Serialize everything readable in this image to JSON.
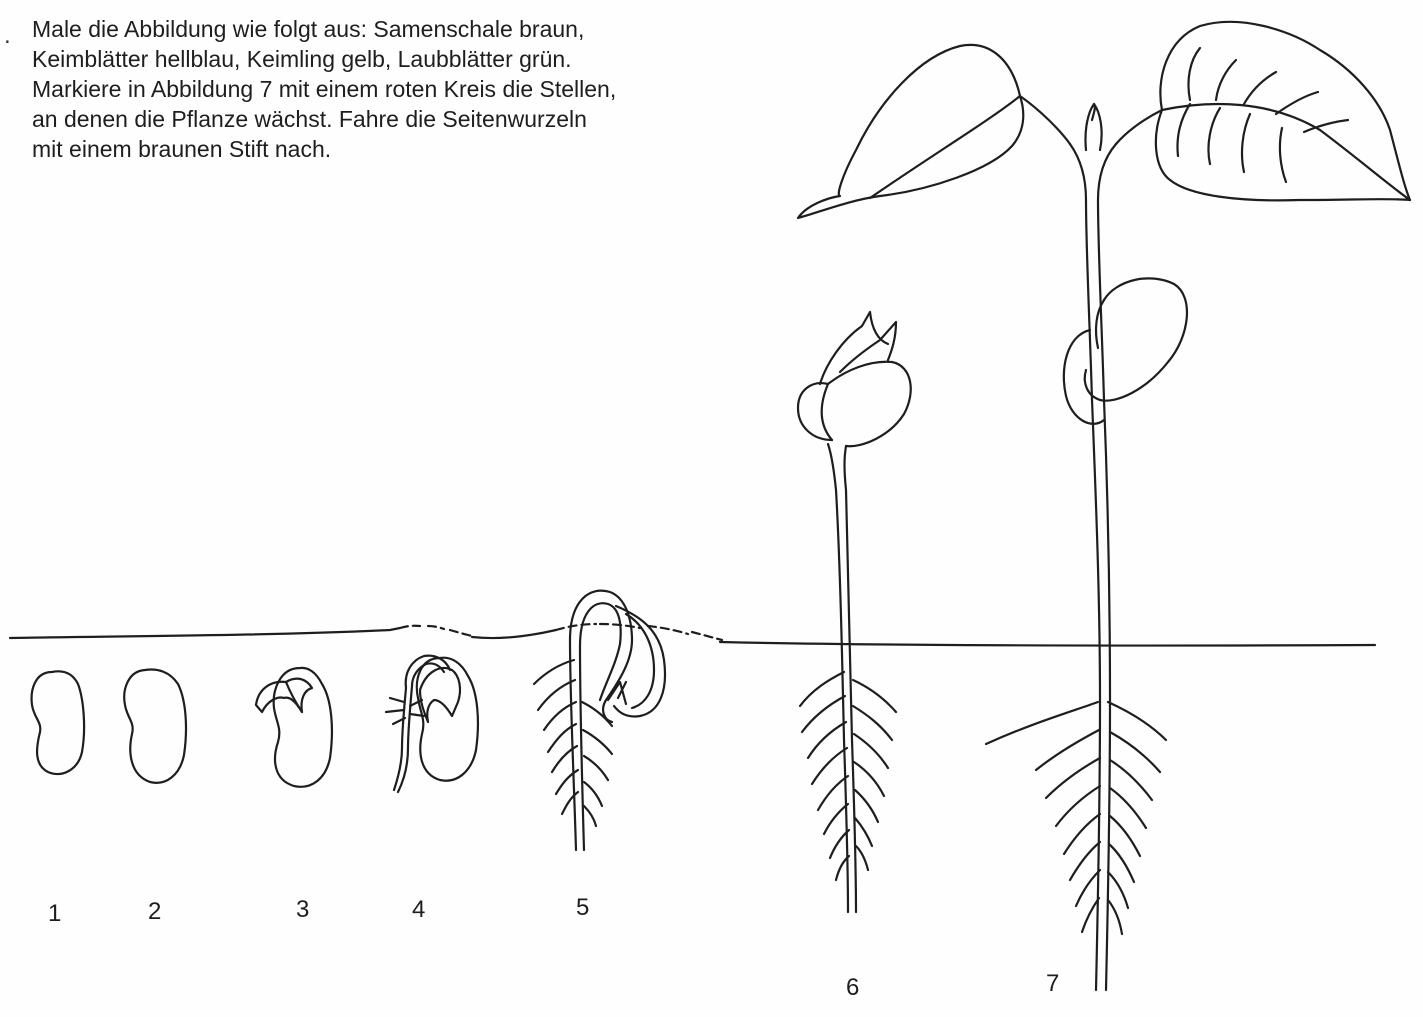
{
  "worksheet": {
    "bullet": ".",
    "instructions": [
      "Male die Abbildung wie folgt aus: Samenschale braun,",
      "Keimblätter hellblau, Keimling gelb, Laubblätter grün.",
      "Markiere in Abbildung 7 mit einem roten Kreis die Stellen,",
      "an denen die Pflanze wächst. Fahre die Seitenwurzeln",
      "mit einem braunen Stift nach."
    ]
  },
  "stages": [
    {
      "label": "1"
    },
    {
      "label": "2"
    },
    {
      "label": "3"
    },
    {
      "label": "4"
    },
    {
      "label": "5"
    },
    {
      "label": "6"
    },
    {
      "label": "7"
    }
  ],
  "colors": {
    "ink": "#1e1e1e",
    "paper": "#fefefe"
  }
}
